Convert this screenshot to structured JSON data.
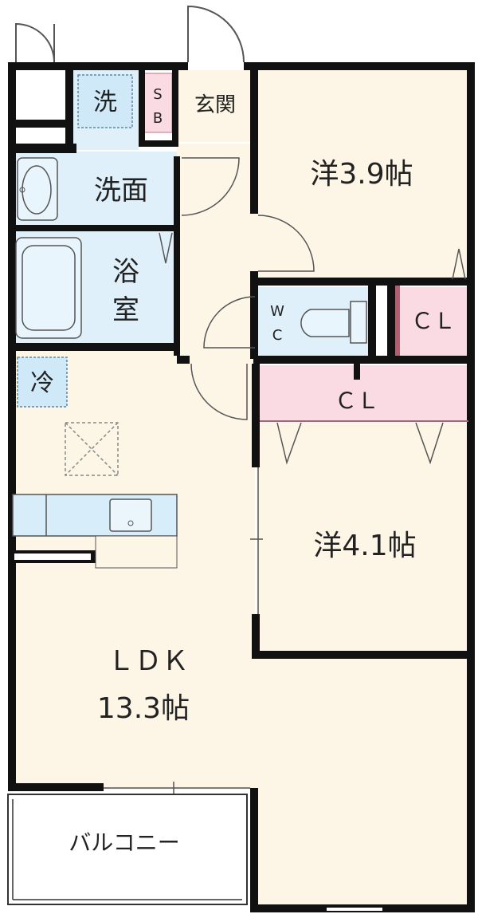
{
  "rooms": {
    "western1": "洋3.9帖",
    "western2": "洋4.1帖",
    "ldk_name": "ＬＤＫ",
    "ldk_size": "13.3帖",
    "washroom": "洗面",
    "bath_top": "浴",
    "bath_bottom": "室",
    "entrance": "玄関",
    "balcony": "バルコニー",
    "closet1": "ＣＬ",
    "closet2": "ＣＬ"
  },
  "symbols": {
    "washer": "洗",
    "fridge": "冷",
    "shoe_box_top": "S",
    "shoe_box_bottom": "B",
    "wc_top": "W",
    "wc_bottom": "C"
  },
  "colors": {
    "wall": "#111111",
    "room_floor": "#fdf5e6",
    "wet_area": "#dff0fa",
    "closet": "#fbdbe3",
    "balcony": "#ffffff"
  }
}
